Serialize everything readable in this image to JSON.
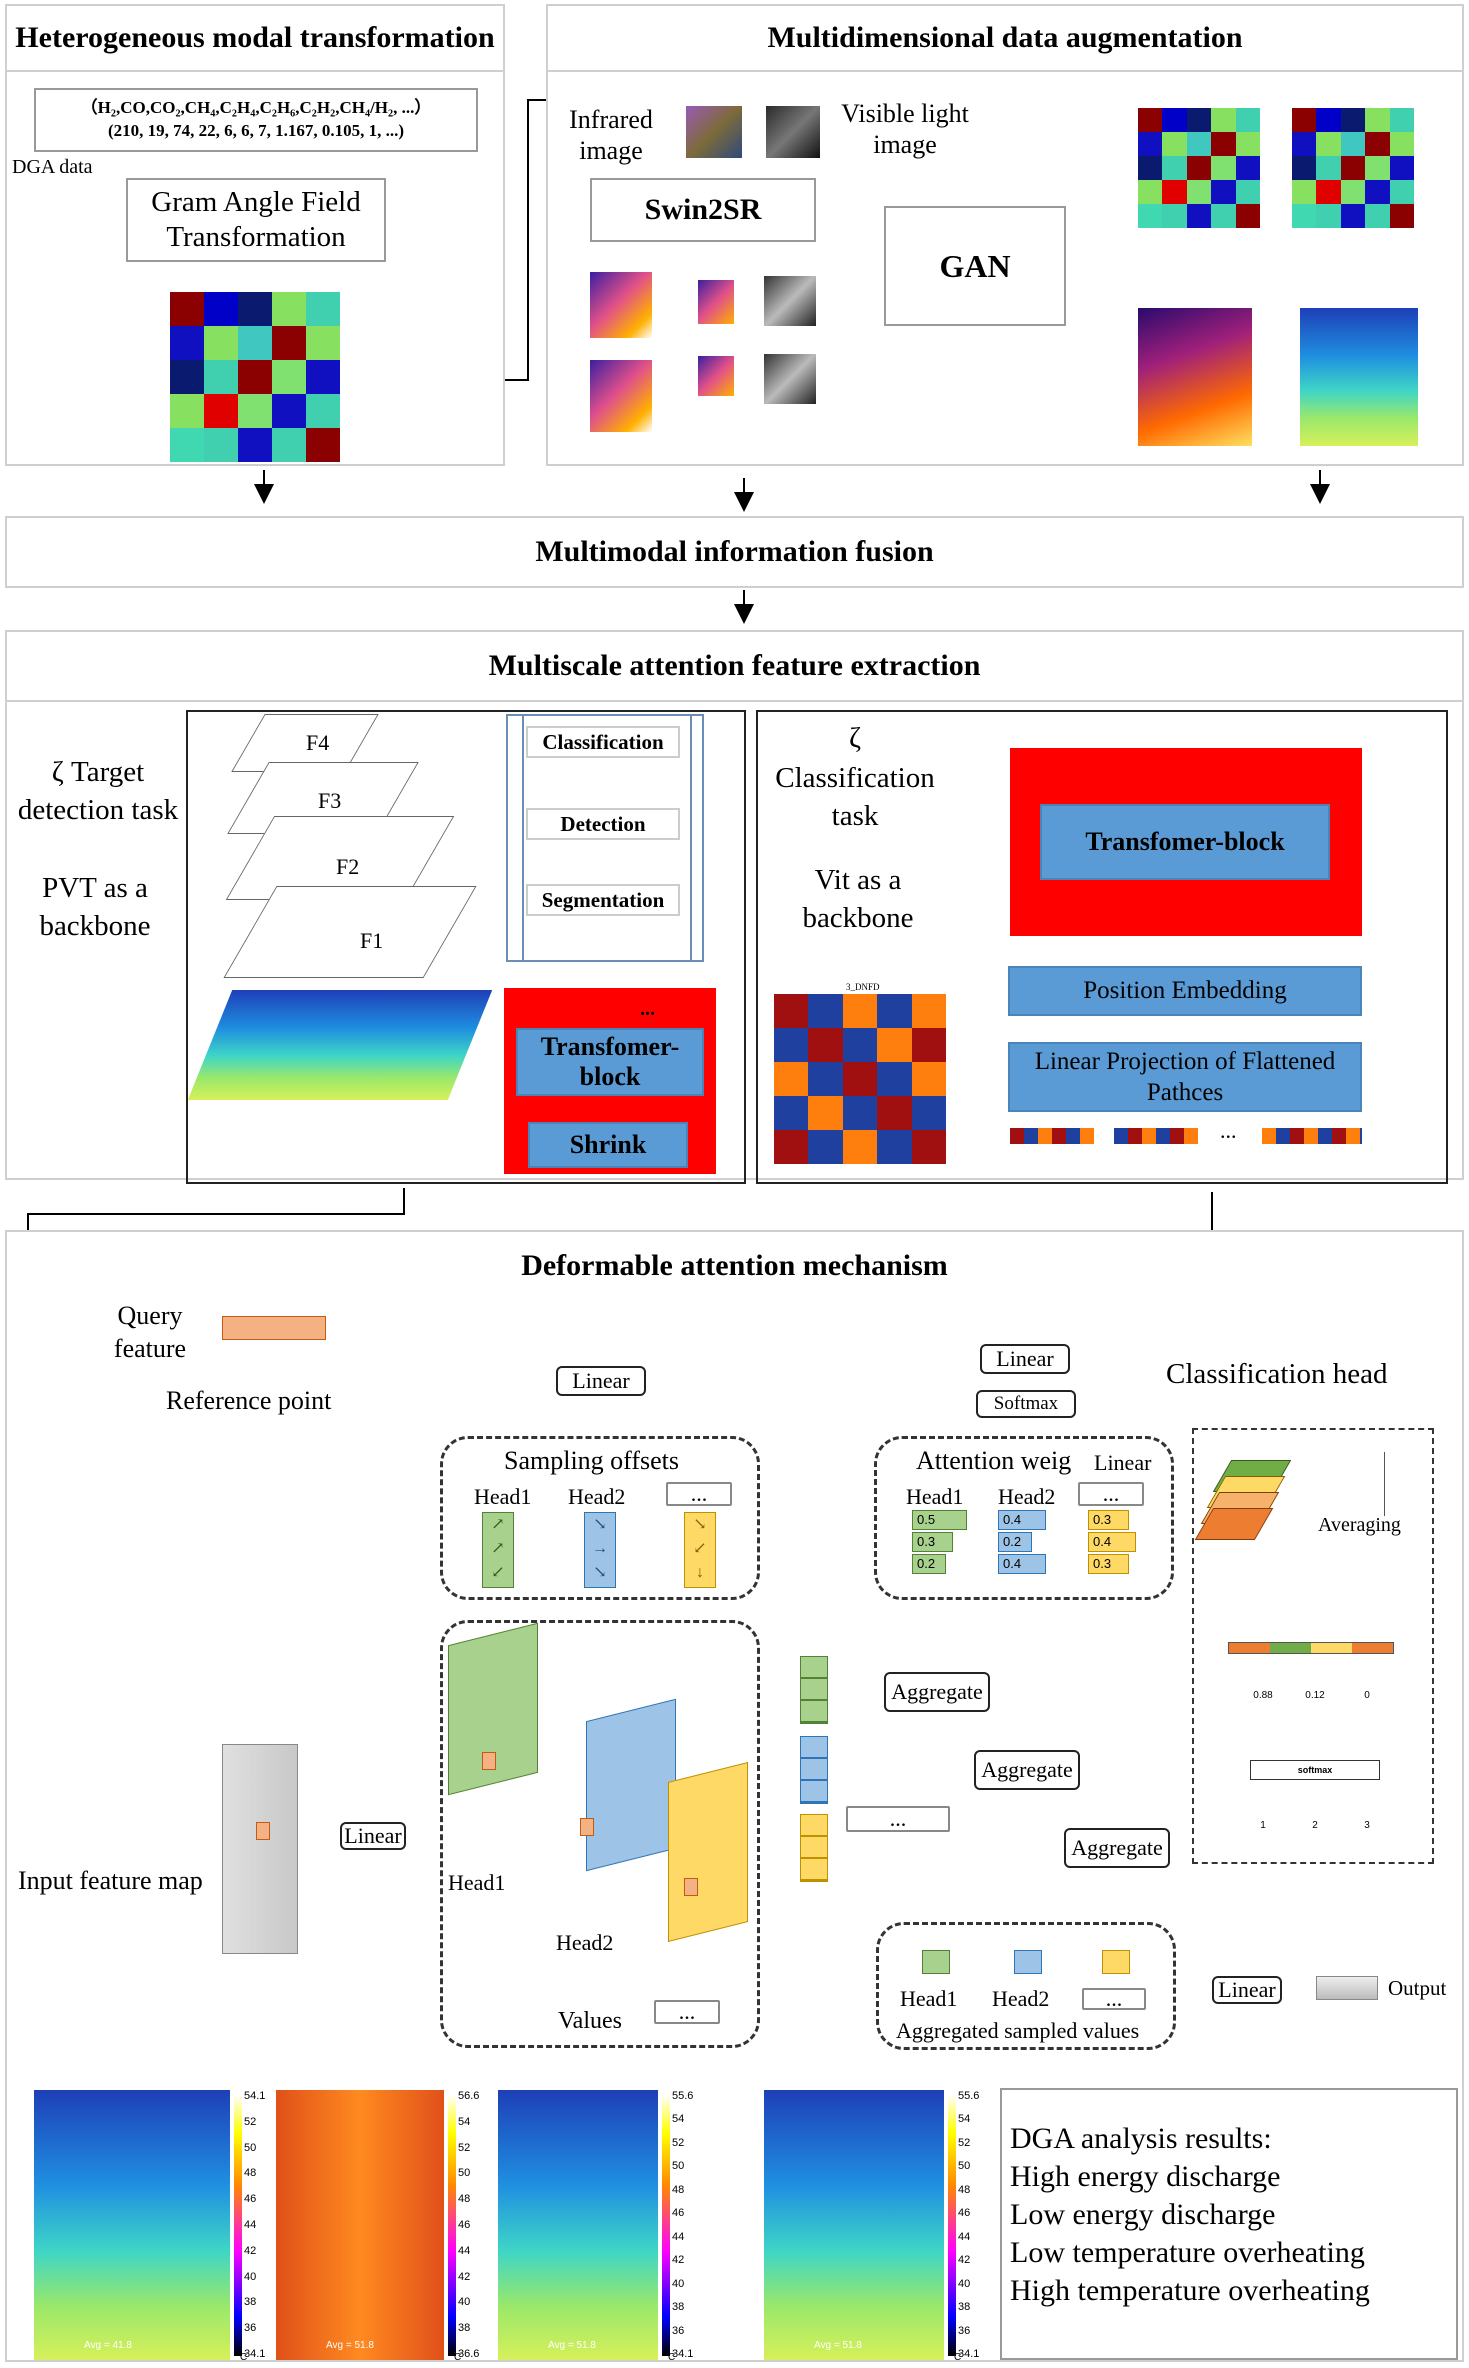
{
  "sections": {
    "hetero": {
      "title": "Heterogeneous modal transformation",
      "dga_formula": "（H₂,CO,CO₂,CH₄,C₂H₄,C₂H₆,C₂H₂,CH₄/H₂, ...）",
      "dga_values": "(210, 19, 74, 22, 6, 6, 7, 1.167, 0.105, 1, ...)",
      "dga_label": "DGA data",
      "gaf_label": "Gram Angle Field Transformation"
    },
    "augment": {
      "title": "Multidimensional data augmentation",
      "infrared_label": "Infrared image",
      "visible_label": "Visible light image",
      "swin_label": "Swin2SR",
      "gan_label": "GAN"
    },
    "fusion": {
      "title": "Multimodal information fusion"
    },
    "multiscale": {
      "title": "Multiscale attention feature extraction",
      "target_task": "ζ  Target detection task",
      "pvt_label": "PVT as a backbone",
      "levels": [
        "F4",
        "F3",
        "F2",
        "F1"
      ],
      "heads": [
        "Classification",
        "Detection",
        "Segmentation"
      ],
      "transformer_block": "Transfomer-block",
      "shrink": "Shrink",
      "ellipsis": "...",
      "zeta": "ζ",
      "class_task": "Classification task",
      "vit_label": "Vit as a backbone",
      "vit_transformer": "Transfomer-block",
      "position_embedding": "Position Embedding",
      "linear_projection": "Linear Projection of Flattened Pathces",
      "patch_ellipsis": "...",
      "gaf_title": "3_DNFD"
    },
    "deform": {
      "title": "Deformable attention mechanism",
      "query_feature": "Query feature",
      "reference_point": "Reference point",
      "linear": "Linear",
      "softmax": "Softmax",
      "sampling_offsets": "Sampling offsets",
      "attention_weights": "Attention weig",
      "attention_linear": "Linear",
      "head1": "Head1",
      "head2": "Head2",
      "ellipsis": "...",
      "aggregate": "Aggregate",
      "values_label": "Values",
      "input_feature_map": "Input feature map",
      "aggregated_label": "Aggregated sampled values",
      "output": "Output",
      "classification_head": "Classification head",
      "averaging": "Averaging",
      "softmax_small": "softmax",
      "weights_h1": [
        "0.5",
        "0.3",
        "0.2"
      ],
      "weights_h2": [
        "0.4",
        "0.2",
        "0.4"
      ],
      "weights_h3": [
        "0.3",
        "0.4",
        "0.3"
      ],
      "probs": [
        "0.88",
        "0.12",
        "0"
      ],
      "classes": [
        "1",
        "2",
        "3"
      ]
    },
    "results": {
      "title": "DGA analysis results:",
      "items": [
        "High energy discharge",
        "Low energy discharge",
        "Low temperature overheating",
        "High temperature overheating"
      ]
    }
  },
  "colors": {
    "gaf_grid": [
      [
        "#8b0000",
        "#0000c8",
        "#0a1a6e",
        "#88e060",
        "#40d0b0"
      ],
      [
        "#1010c0",
        "#88e060",
        "#40c8c0",
        "#8b0000",
        "#88e060"
      ],
      [
        "#0a1a6e",
        "#40d0b0",
        "#8b0000",
        "#80e070",
        "#1010c0"
      ],
      [
        "#88e060",
        "#e00000",
        "#80e070",
        "#1010c0",
        "#40d0b0"
      ],
      [
        "#40d8b0",
        "#40d0b0",
        "#1010c0",
        "#40d0b0",
        "#8b0000"
      ]
    ],
    "vit_grid": [
      [
        "#a01010",
        "#2040a0",
        "#ff7f0e",
        "#2040a0",
        "#ff7f0e"
      ],
      [
        "#2040a0",
        "#a01010",
        "#2040a0",
        "#ff7f0e",
        "#a01010"
      ],
      [
        "#ff7f0e",
        "#2040a0",
        "#a01010",
        "#2040a0",
        "#ff7f0e"
      ],
      [
        "#2040a0",
        "#ff7f0e",
        "#2040a0",
        "#a01010",
        "#2040a0"
      ],
      [
        "#a01010",
        "#2040a0",
        "#ff7f0e",
        "#2040a0",
        "#a01010"
      ]
    ]
  },
  "thermal_scales": [
    {
      "top": "54.1",
      "ticks": [
        "52",
        "50",
        "48",
        "46",
        "44",
        "42",
        "40",
        "38",
        "36"
      ],
      "bottom": "34.1",
      "unit": "°C",
      "avg": "Avg = 41.8"
    },
    {
      "top": "56.6",
      "ticks": [
        "54",
        "52",
        "50",
        "48",
        "46",
        "44",
        "42",
        "40",
        "38"
      ],
      "bottom": "36.6",
      "unit": "°C",
      "avg": "Avg = 51.8"
    },
    {
      "top": "55.6",
      "ticks": [
        "54",
        "52",
        "50",
        "48",
        "46",
        "44",
        "42",
        "40",
        "38",
        "36"
      ],
      "bottom": "34.1",
      "unit": "°C",
      "avg": "Avg = 51.8"
    },
    {
      "top": "55.6",
      "ticks": [
        "54",
        "52",
        "50",
        "48",
        "46",
        "44",
        "42",
        "40",
        "38",
        "36"
      ],
      "bottom": "34.1",
      "unit": "°C",
      "avg": "Avg = 51.8"
    }
  ]
}
